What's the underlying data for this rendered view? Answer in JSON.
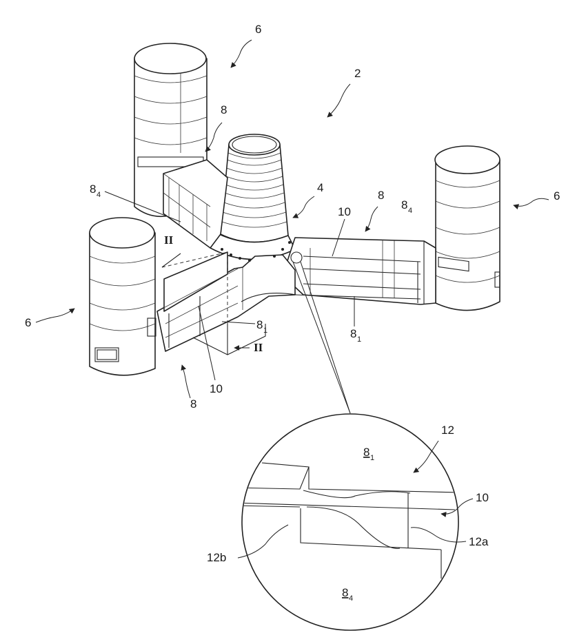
{
  "labels": {
    "ref_2": "2",
    "ref_4": "4",
    "ref_6": "6",
    "ref_8": "8",
    "ref_8_base": "8",
    "ref_10": "10",
    "ref_12": "12",
    "ref_12a": "12a",
    "ref_12b": "12b",
    "sub_1": "1",
    "sub_4": "4",
    "section": "II"
  },
  "colors": {
    "line": "#222222",
    "background": "#ffffff"
  }
}
